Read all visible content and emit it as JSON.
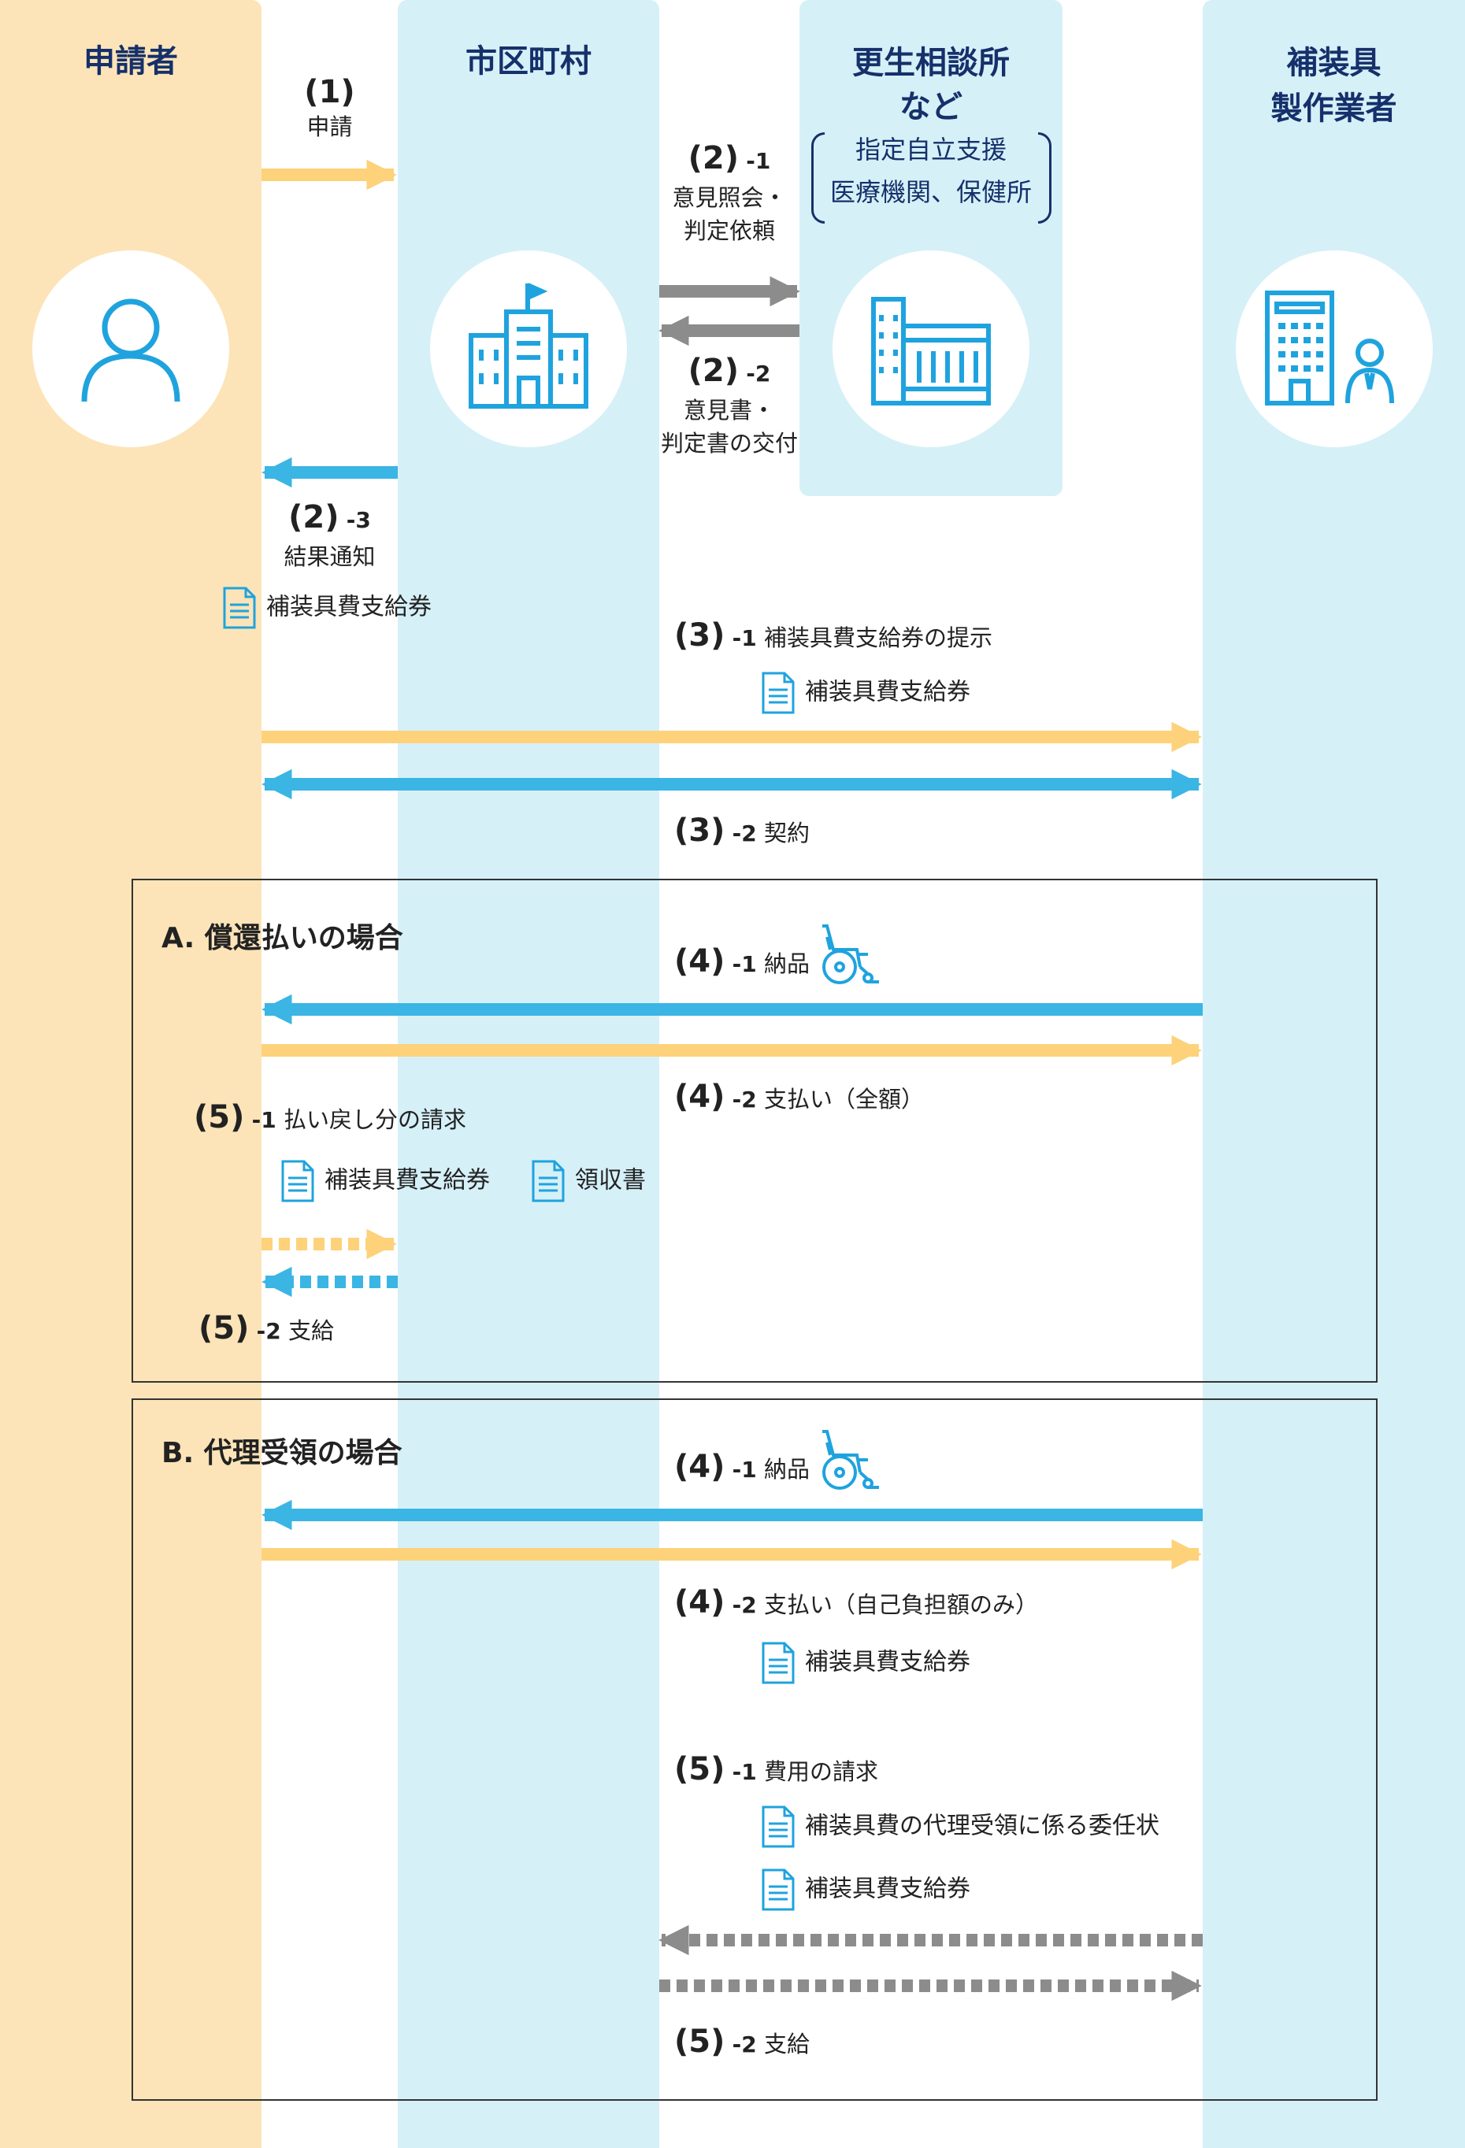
{
  "colors": {
    "applicant_bg": "#fce4b8",
    "agency_bg": "#d6f0f8",
    "orange": "#fdd27a",
    "blue": "#3bb5e4",
    "gray": "#8c8c8c",
    "navy": "#15306a",
    "icon": "#1fa3de"
  },
  "lanes": {
    "applicant": "申請者",
    "city": "市区町村",
    "center_line1": "更生相談所",
    "center_line2": "など",
    "center_sub1": "指定自立支援",
    "center_sub2": "医療機関、保健所",
    "maker_line1": "補装具",
    "maker_line2": "製作業者"
  },
  "icons": {
    "applicant": "person-icon",
    "city": "city-hall-icon",
    "center": "hospital-icon",
    "maker": "office-building-person-icon",
    "document": "document-icon",
    "wheelchair": "wheelchair-icon"
  },
  "steps": {
    "s1": {
      "num": "(1)",
      "text": "申請"
    },
    "s2_1": {
      "num": "(2)",
      "sub": "-1",
      "line1": "意見照会・",
      "line2": "判定依頼"
    },
    "s2_2": {
      "num": "(2)",
      "sub": "-2",
      "line1": "意見書・",
      "line2": "判定書の交付"
    },
    "s2_3": {
      "num": "(2)",
      "sub": "-3",
      "line1": "結果通知",
      "doc": "補装具費支給券"
    },
    "s3_1": {
      "num": "(3)",
      "sub": "-1",
      "text": "補装具費支給券の提示",
      "doc": "補装具費支給券"
    },
    "s3_2": {
      "num": "(3)",
      "sub": "-2",
      "text": "契約"
    }
  },
  "box_a": {
    "title": "A. 償還払いの場合",
    "s4_1": {
      "num": "(4)",
      "sub": "-1",
      "text": "納品"
    },
    "s4_2": {
      "num": "(4)",
      "sub": "-2",
      "text": "支払い（全額）"
    },
    "s5_1": {
      "num": "(5)",
      "sub": "-1",
      "text": "払い戻し分の請求",
      "doc1": "補装具費支給券",
      "doc2": "領収書"
    },
    "s5_2": {
      "num": "(5)",
      "sub": "-2",
      "text": "支給"
    }
  },
  "box_b": {
    "title": "B. 代理受領の場合",
    "s4_1": {
      "num": "(4)",
      "sub": "-1",
      "text": "納品"
    },
    "s4_2": {
      "num": "(4)",
      "sub": "-2",
      "text": "支払い（自己負担額のみ）",
      "doc": "補装具費支給券"
    },
    "s5_1": {
      "num": "(5)",
      "sub": "-1",
      "text": "費用の請求",
      "doc1": "補装具費の代理受領に係る委任状",
      "doc2": "補装具費支給券"
    },
    "s5_2": {
      "num": "(5)",
      "sub": "-2",
      "text": "支給"
    }
  }
}
